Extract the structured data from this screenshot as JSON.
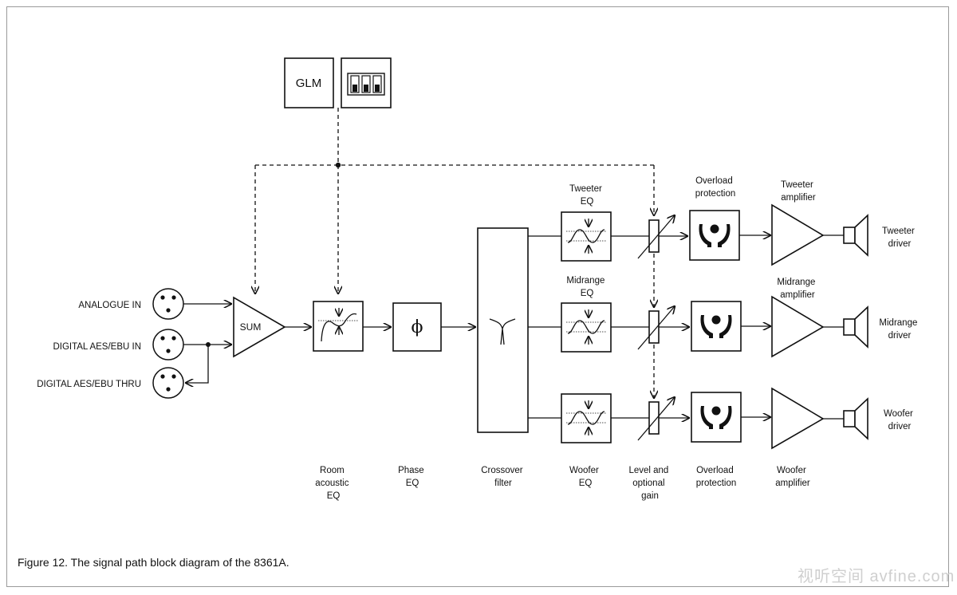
{
  "inputs": {
    "analogue": "ANALOGUE IN",
    "digital_in": "DIGITAL AES/EBU IN",
    "digital_thru": "DIGITAL AES/EBU THRU"
  },
  "glm_label": "GLM",
  "sum_label": "SUM",
  "blocks": {
    "room": [
      "Room",
      "acoustic",
      "EQ"
    ],
    "phase": [
      "Phase",
      "EQ"
    ],
    "crossover": [
      "Crossover",
      "filter"
    ],
    "woofer_eq": [
      "Woofer",
      "EQ"
    ],
    "level": [
      "Level and",
      "optional",
      "gain"
    ],
    "overload_bottom": [
      "Overload",
      "protection"
    ],
    "woofer_amp": [
      "Woofer",
      "amplifier"
    ]
  },
  "channels": {
    "tweeter_eq": [
      "Tweeter",
      "EQ"
    ],
    "overload_top": [
      "Overload",
      "protection"
    ],
    "tweeter_amp": [
      "Tweeter",
      "amplifier"
    ],
    "tweeter_driver": [
      "Tweeter",
      "driver"
    ],
    "midrange_eq": [
      "Midrange",
      "EQ"
    ],
    "midrange_amp": [
      "Midrange",
      "amplifier"
    ],
    "midrange_driver": [
      "Midrange",
      "driver"
    ],
    "woofer_driver": [
      "Woofer",
      "driver"
    ]
  },
  "phase_symbol": "ϕ",
  "caption": "Figure 12. The signal path block diagram of the 8361A.",
  "watermark": "视听空间 avfine.com"
}
